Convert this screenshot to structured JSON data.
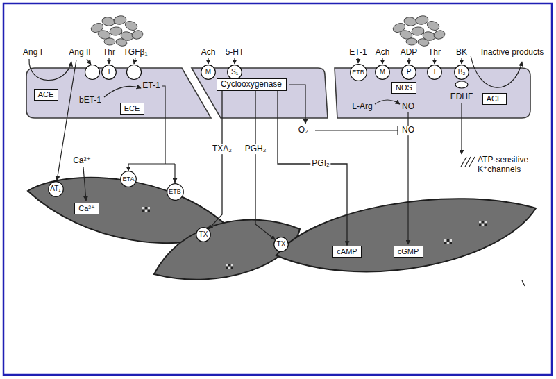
{
  "diagram": {
    "nodes": [
      {
        "text": [
          "ACE"
        ]
      },
      {
        "text": [
          "T"
        ]
      },
      {
        "text": [
          "ECE"
        ]
      },
      {
        "text": [
          "M"
        ]
      },
      {
        "text": [
          "S₁"
        ]
      },
      {
        "text": [
          "Cyclooxygenase"
        ]
      },
      {
        "text": [
          "ETB"
        ]
      },
      {
        "text": [
          "M"
        ]
      },
      {
        "text": [
          "P"
        ]
      },
      {
        "text": [
          "T"
        ]
      },
      {
        "text": [
          "B₂"
        ]
      },
      {
        "text": [
          "NOS"
        ]
      },
      {
        "text": [
          "ACE"
        ]
      },
      {
        "text": [
          "AT₁"
        ]
      },
      {
        "text": [
          "Ca²⁺"
        ]
      },
      {
        "text": [
          "ETA"
        ]
      },
      {
        "text": [
          "ETB"
        ]
      },
      {
        "text": [
          "TX"
        ]
      },
      {
        "text": [
          "TX"
        ]
      },
      {
        "text": [
          "cAMP"
        ]
      },
      {
        "text": [
          "cGMP"
        ]
      }
    ],
    "edges": [
      {
        "from": 5,
        "to": 17,
        "arrow": "to",
        "label": "TXA₂"
      },
      {
        "from": 5,
        "to": 18,
        "arrow": "to",
        "label": "PGH₂"
      },
      {
        "from": 5,
        "to": 19,
        "arrow": "to",
        "label": "PGI₂"
      }
    ],
    "labels": [
      "Ang I",
      "Ang II",
      "Thr",
      "TGFβ₁",
      "Ach",
      "5-HT",
      "ET-1",
      "Ach",
      "ADP",
      "Thr",
      "BK",
      "Inactive products",
      "bET-1",
      "ET-1",
      "L-Arg",
      "NO",
      "EDHF",
      "O₂⁻",
      "NO",
      "Ca²⁺",
      "ATP-sensitive K⁺channels"
    ]
  }
}
